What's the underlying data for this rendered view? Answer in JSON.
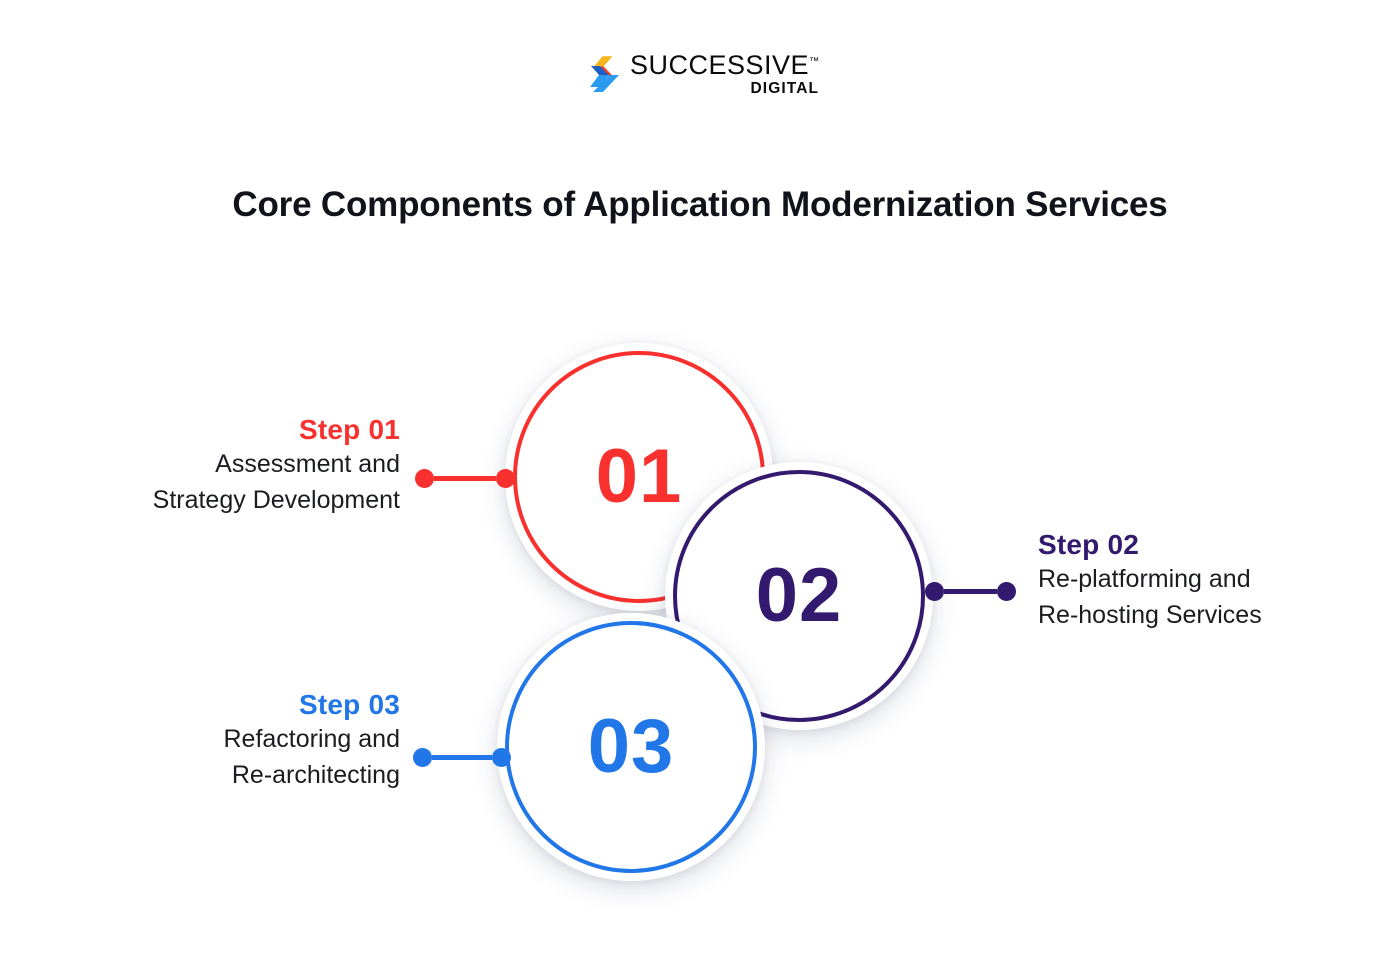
{
  "brand": {
    "logo_icon": "successive-chevron-logo-icon",
    "name": "SUCCESSIVE",
    "trademark": "™",
    "tagline": "DIGITAL",
    "logo_colors": [
      "#f5b51b",
      "#e8412c",
      "#2176e8"
    ]
  },
  "header": {
    "title": "Core Components of Application Modernization Services"
  },
  "diagram": {
    "type": "numbered-step-circles",
    "steps": [
      {
        "number": "01",
        "step_label": "Step 01",
        "description_line1": "Assessment and",
        "description_line2": "Strategy Development",
        "color": "#f9312e",
        "side": "left"
      },
      {
        "number": "02",
        "step_label": "Step 02",
        "description_line1": "Re-platforming and",
        "description_line2": "Re-hosting Services",
        "color": "#341a6e",
        "side": "right"
      },
      {
        "number": "03",
        "step_label": "Step 03",
        "description_line1": "Refactoring and",
        "description_line2": "Re-architecting",
        "color": "#2176e8",
        "side": "left"
      }
    ]
  }
}
